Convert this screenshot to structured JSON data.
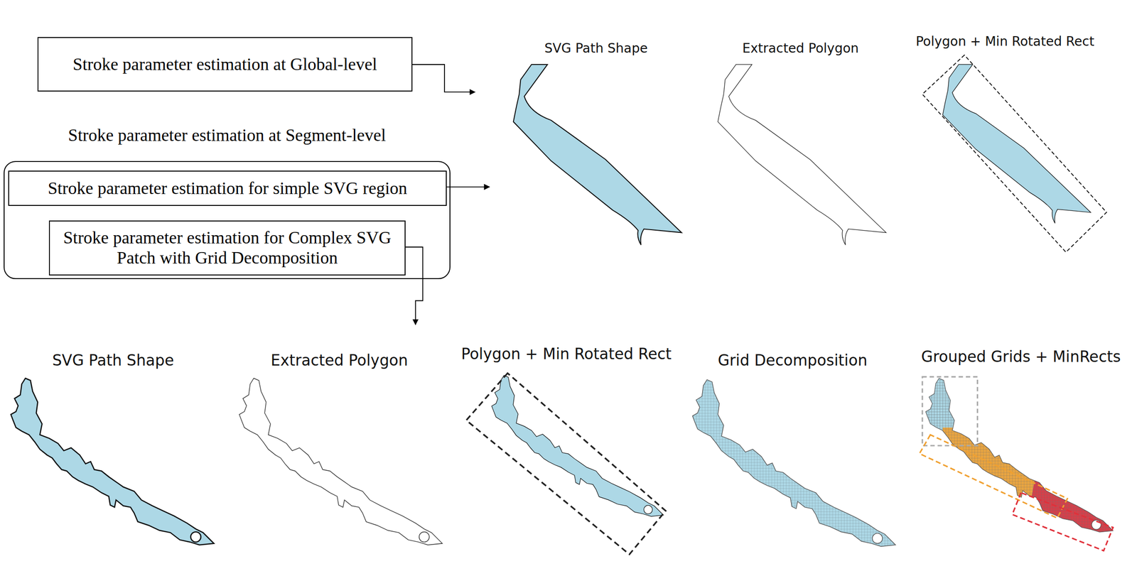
{
  "diagram": {
    "nodes": [
      {
        "text": [
          "Stroke parameter estimation at Global-level"
        ]
      },
      {
        "text": [
          "Stroke parameter estimation at Segment-level"
        ]
      },
      {
        "text": [
          "Stroke parameter estimation for simple SVG region"
        ],
        "in": 1
      },
      {
        "text": [
          "Stroke parameter estimation for Complex SVG Patch with Grid Decomposition"
        ],
        "in": 1
      }
    ],
    "labels": [
      "SVG Path Shape",
      "Extracted Polygon",
      "Polygon + Min Rotated Rect",
      "SVG Path Shape",
      "Extracted Polygon",
      "Polygon + Min Rotated Rect",
      "Grid Decomposition",
      "Grouped Grids + MinRects"
    ]
  }
}
